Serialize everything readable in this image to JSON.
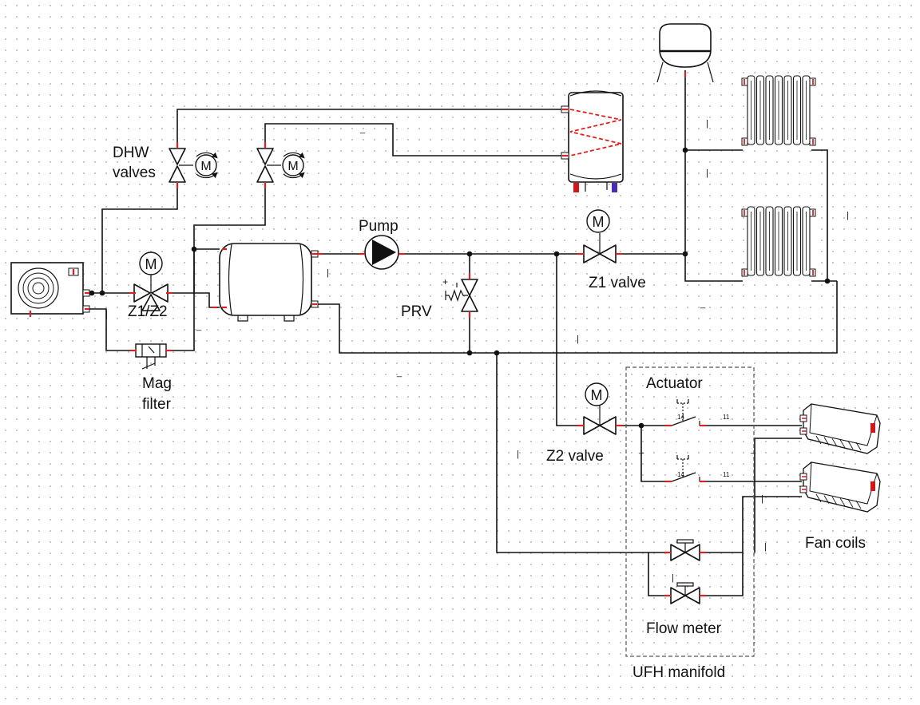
{
  "labels": {
    "dhw_valves_line1": "DHW",
    "dhw_valves_line2": "valves",
    "pump": "Pump",
    "z1z2": "Z1/Z2",
    "mag_filter_line1": "Mag",
    "mag_filter_line2": "filter",
    "prv": "PRV",
    "z1_valve": "Z1 valve",
    "z2_valve": "Z2 valve",
    "actuator": "Actuator",
    "fan_coils": "Fan coils",
    "flow_meter": "Flow meter",
    "ufh_manifold": "UFH manifold"
  },
  "symbols": {
    "motor": "M",
    "contact_a": "14",
    "contact_b": "11",
    "prv_plus": "+"
  },
  "colors": {
    "pipe": "#111111",
    "port": "#e02020",
    "coil": "#e02020",
    "hot_terminal": "#d01818",
    "cold_terminal": "#4b2bb8",
    "grid_dot": "#b9b9b9",
    "manifold_border": "#555555"
  }
}
